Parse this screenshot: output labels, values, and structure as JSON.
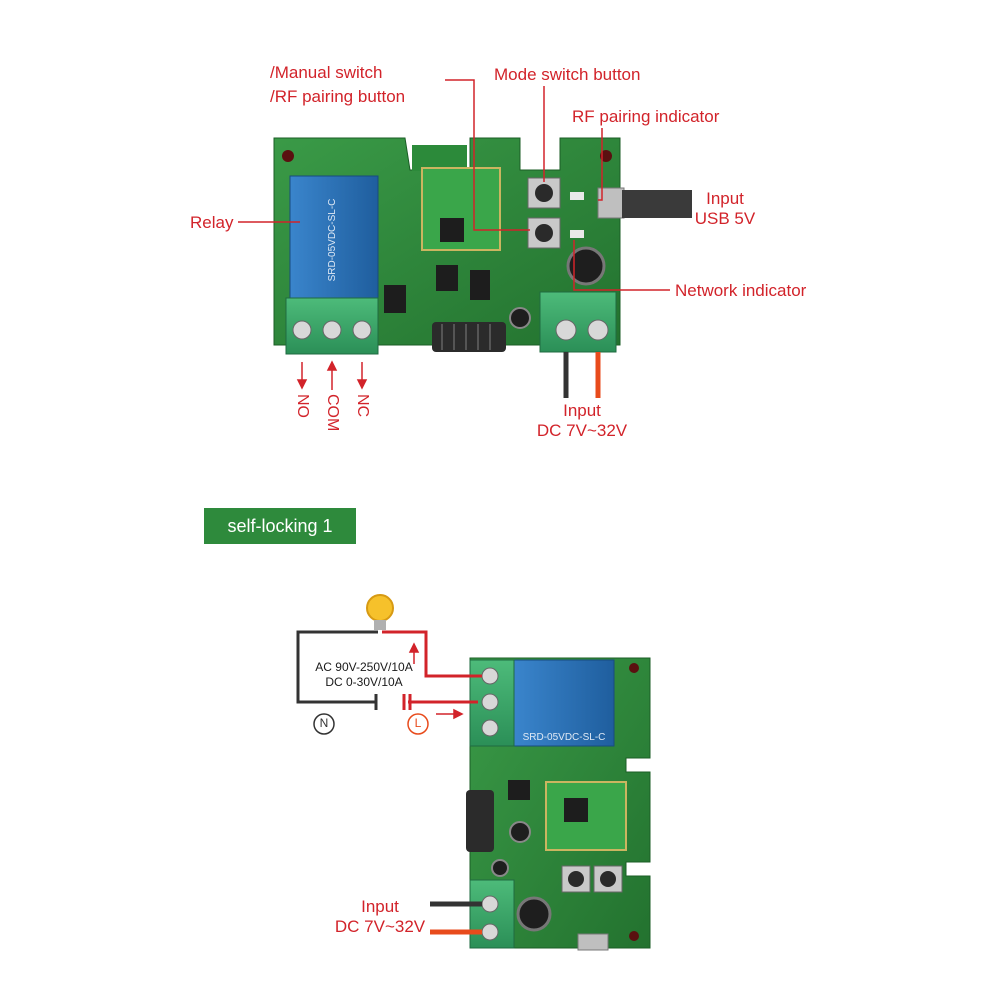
{
  "top": {
    "manual_switch_line1": "/Manual switch",
    "manual_switch_line2": "/RF pairing button",
    "mode_switch": "Mode switch button",
    "rf_indicator": "RF pairing indicator",
    "relay": "Relay",
    "input_usb_line1": "Input",
    "input_usb_line2": "USB 5V",
    "network_indicator": "Network indicator",
    "terminal_no": "NO",
    "terminal_com": "COM",
    "terminal_nc": "NC",
    "input_dc_line1": "Input",
    "input_dc_line2": "DC 7V~32V",
    "relay_text": "SRD-05VDC-SL-C"
  },
  "section_tag": "self-locking 1",
  "bottom": {
    "load_line1": "AC 90V-250V/10A",
    "load_line2": "DC 0-30V/10A",
    "neutral_symbol": "N",
    "live_symbol": "L",
    "input_dc_line1": "Input",
    "input_dc_line2": "DC 7V~32V",
    "relay_text": "SRD-05VDC-SL-C"
  },
  "colors": {
    "label_red": "#d2232a",
    "pcb_green": "#2f8a3e",
    "relay_blue": "#2b6fb3",
    "terminal_green": "#3aa86a",
    "tag_green": "#2e8a3c"
  }
}
